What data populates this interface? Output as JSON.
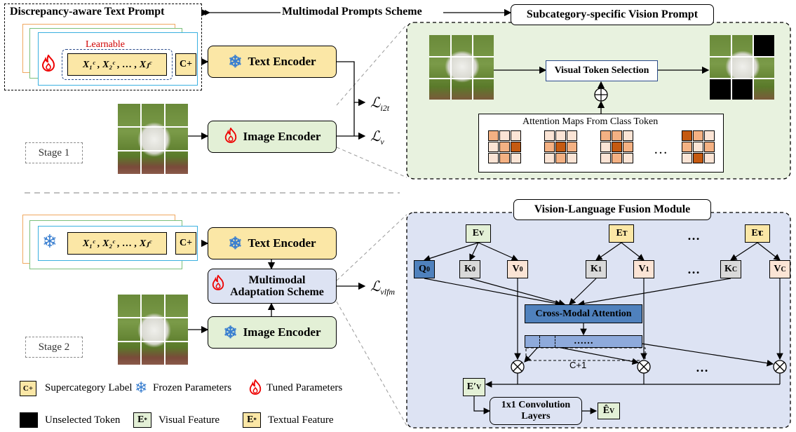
{
  "top": {
    "discrepancy_title": "Discrepancy-aware Text Prompt",
    "multimodal_scheme": "Multimodal Prompts Scheme",
    "subcategory_title": "Subcategory-specific Vision Prompt",
    "learnable": "Learnable",
    "token_seq": "X₁ᶜ , X₂ᶜ , … , Xⱼᶜ",
    "cplus": "C+",
    "text_encoder": "Text Encoder",
    "image_encoder": "Image Encoder",
    "loss_i2t": "ℒi2t",
    "loss_v": "ℒv",
    "stage1": "Stage 1",
    "visual_token_selection": "Visual Token Selection",
    "attention_maps": "Attention Maps From Class Token",
    "ellipsis": "…"
  },
  "bottom": {
    "fusion_title": "Vision-Language Fusion Module",
    "token_seq": "X₁ᶜ , X₂ᶜ , … , Xⱼᶜ",
    "cplus": "C+",
    "text_encoder": "Text Encoder",
    "multimodal_adaptation": "Multimodal\nAdaptation Scheme",
    "image_encoder": "Image Encoder",
    "loss_vlfm": "ℒvlfm",
    "stage2": "Stage 2",
    "ev": "Eᵥ",
    "et1": "Eₜ¹",
    "etc": "Eₜᶜ",
    "q0": "Q₀",
    "k0": "K₀",
    "v0": "V₀",
    "k1": "K₁",
    "v1": "V₁",
    "kc": "Kc",
    "vc": "Vc",
    "dots": "…",
    "cross_modal": "Cross-Modal Attention",
    "seq_dots": "……",
    "c_plus_1": "C+1",
    "ev_prime": "E′ᵥ",
    "conv": "1x1 Convolution\nLayers",
    "ev_hat": "Êᵥ"
  },
  "legend": {
    "cplus": "C+",
    "supercategory": "Supercategory Label",
    "frozen": "Frozen Parameters",
    "tuned": "Tuned Parameters",
    "unselected": "Unselected Token",
    "visual_feature": "Visual Feature",
    "textual_feature": "Textual Feature",
    "e_star": "E*"
  },
  "colors": {
    "text_feature": "#fbe7a6",
    "visual_feature": "#e3f0d6",
    "fusion_bg": "#dde3f3",
    "vision_bg": "#e8f2df",
    "q_blue": "#4f81bd",
    "attention_dark": "#c55a11",
    "attention_mid": "#f4b183",
    "attention_light": "#fbe4d5"
  }
}
